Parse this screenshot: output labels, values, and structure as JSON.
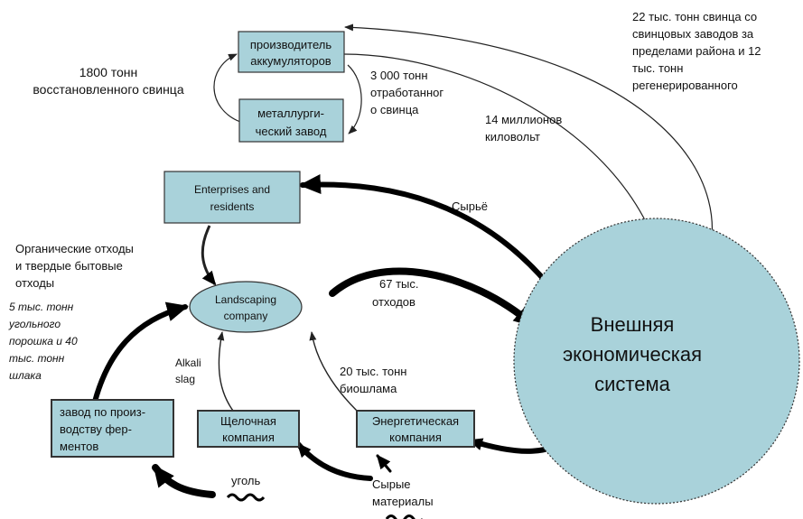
{
  "nodes": {
    "battery_maker": [
      "производитель",
      "аккумуляторов"
    ],
    "metallurgical_plant": [
      "металлурги-",
      "ческий завод"
    ],
    "enterprises": [
      "Enterprises and",
      "residents"
    ],
    "landscaping": [
      "Landscaping",
      "company"
    ],
    "enzyme_plant": [
      "завод по произ-",
      "водству фер-",
      "ментов"
    ],
    "alkali_company": [
      "Щелочная",
      "компания"
    ],
    "energy_company": [
      "Энергетическая",
      "компания"
    ],
    "external_system": [
      "Внешняя",
      "экономическая",
      "система"
    ]
  },
  "labels": {
    "restored_lead": [
      "1800 тонн",
      "восстановленного свинца"
    ],
    "spent_lead": [
      "3 000 тонн",
      "отработанног",
      "о свинца"
    ],
    "regenerated_lead": [
      "22 тыс. тонн свинца со",
      "свинцовых заводов за",
      "пределами района и 12",
      "тыс. тонн",
      "регенерированного"
    ],
    "kilovolts": [
      "14 миллионов",
      "киловольт"
    ],
    "raw_material_top": "Сырьё",
    "organic_waste": [
      "Органические отходы",
      "и твердые бытовые",
      "отходы"
    ],
    "waste_67": [
      "67 тыс.",
      "отходов"
    ],
    "coal_powder": [
      "5 тыс. тонн",
      "угольного",
      "порошка и 40",
      "тыс. тонн",
      "шлака"
    ],
    "alkali_slag": [
      "Alkali",
      "slag"
    ],
    "sludge": [
      "20 тыс. тонн",
      "биошлама"
    ],
    "coal": "уголь",
    "raw_materials": [
      "Сырые",
      "материалы"
    ]
  },
  "colors": {
    "box_fill": "#a9d2da",
    "outline": "#333333",
    "arrow": "#000000"
  }
}
